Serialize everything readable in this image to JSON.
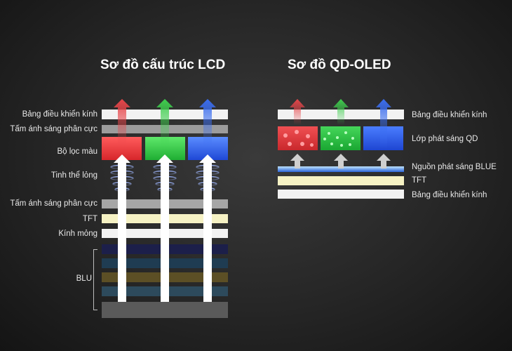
{
  "lcd": {
    "title": "Sơ đồ cấu trúc LCD",
    "labels": {
      "top_panel": "Bảng điều khiển kính",
      "polarizer_top": "Tấm ánh sáng phân cực",
      "color_filter": "Bộ lọc màu",
      "liquid_crystal": "Tinh thể lỏng",
      "polarizer_bottom": "Tấm ánh sáng phân cực",
      "tft": "TFT",
      "thin_glass": "Kính mỏng",
      "blu": "BLU"
    }
  },
  "qdoled": {
    "title": "Sơ đồ QD-OLED",
    "labels": {
      "top_panel": "Bảng điều khiển kính",
      "qd_layer": "Lớp phát sáng QD",
      "blue_source": "Nguồn phát sáng BLUE",
      "tft": "TFT",
      "bottom_panel": "Bảng điều khiển kính"
    }
  },
  "colors": {
    "red": "#e8464a",
    "green": "#3fcf4e",
    "blue": "#3b6ef0",
    "glass": "#f2f2f2",
    "polarizer": "#9c9c9c",
    "tft": "#f6f2c4"
  }
}
